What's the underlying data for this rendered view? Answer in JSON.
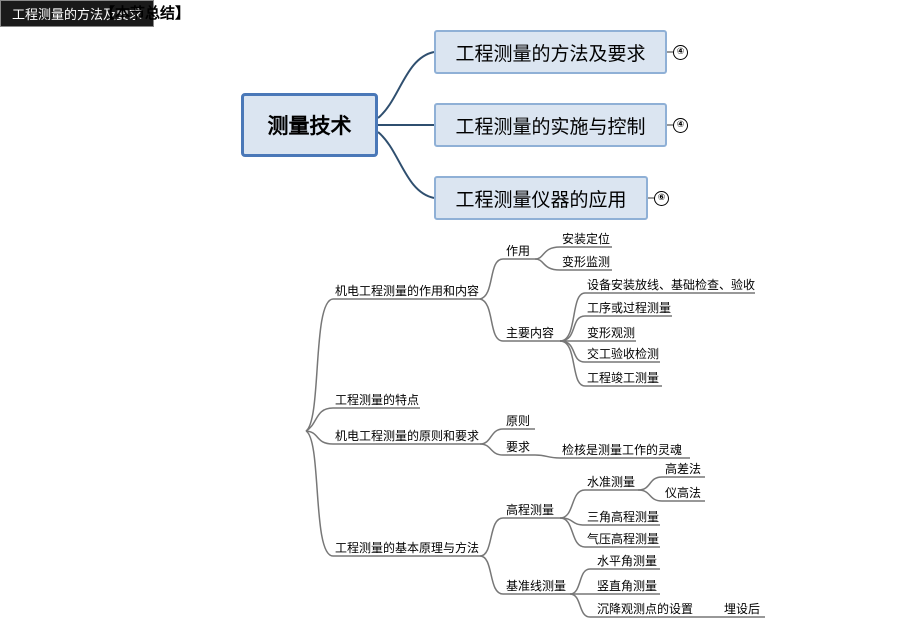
{
  "header": {
    "label": "【本节总结】"
  },
  "top_map": {
    "root": "测量技术",
    "branches": [
      {
        "label": "工程测量的方法及要求",
        "badge": "④"
      },
      {
        "label": "工程测量的实施与控制",
        "badge": "④"
      },
      {
        "label": "工程测量仪器的应用",
        "badge": "⑥"
      }
    ]
  },
  "tree": {
    "root": "工程测量的方法及要求",
    "b1": {
      "label": "机电工程测量的作用和内容",
      "role": {
        "label": "作用",
        "items": [
          "安装定位",
          "变形监测"
        ]
      },
      "content": {
        "label": "主要内容",
        "items": [
          "设备安装放线、基础检查、验收",
          "工序或过程测量",
          "变形观测",
          "交工验收检测",
          "工程竣工测量"
        ]
      }
    },
    "b2": {
      "label": "工程测量的特点"
    },
    "b3": {
      "label": "机电工程测量的原则和要求",
      "principle": "原则",
      "requirement": {
        "label": "要求",
        "detail": "检核是测量工作的灵魂"
      }
    },
    "b4": {
      "label": "工程测量的基本原理与方法",
      "height": {
        "label": "高程测量",
        "leveling": {
          "label": "水准测量",
          "items": [
            "高差法",
            "仪高法"
          ]
        },
        "others": [
          "三角高程测量",
          "气压高程测量"
        ]
      },
      "baseline": {
        "label": "基准线测量",
        "items": [
          "水平角测量",
          "竖直角测量"
        ],
        "settle": {
          "label": "沉降观测点的设置",
          "detail": "埋设后"
        }
      }
    }
  }
}
